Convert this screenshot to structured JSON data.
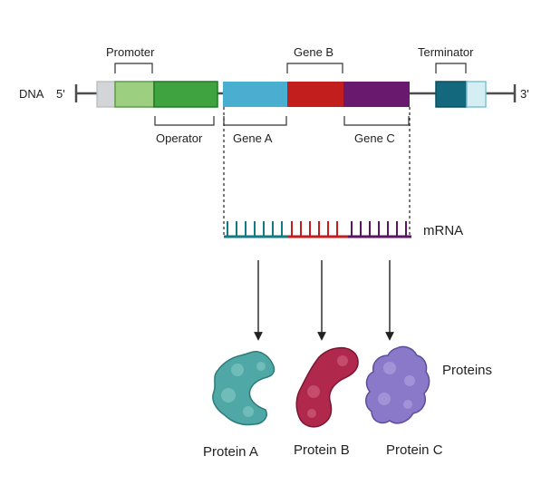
{
  "dna": {
    "label": "DNA",
    "five_prime": "5'",
    "three_prime": "3'",
    "promoter": "Promoter",
    "operator": "Operator",
    "gene_a": "Gene A",
    "gene_b": "Gene B",
    "gene_c": "Gene C",
    "terminator": "Terminator"
  },
  "mrna": {
    "label": "mRNA"
  },
  "proteins": {
    "heading": "Proteins",
    "a": "Protein A",
    "b": "Protein B",
    "c": "Protein C"
  },
  "colors": {
    "backbone": "#4d4d4d",
    "grey_box": "#d3d5d8",
    "promoter": "#9ccf80",
    "operator": "#3fa33f",
    "gene_a": "#4aaed0",
    "gene_b": "#c21e1e",
    "gene_c": "#6a1a6e",
    "terminator_dark": "#13687e",
    "terminator_light": "#d4eef4",
    "mrna_a": "#137a86",
    "mrna_b": "#c21e1e",
    "mrna_c": "#5e1466",
    "protein_a": "#4fa8a6",
    "protein_b": "#b0294c",
    "protein_c": "#8a78c8"
  }
}
